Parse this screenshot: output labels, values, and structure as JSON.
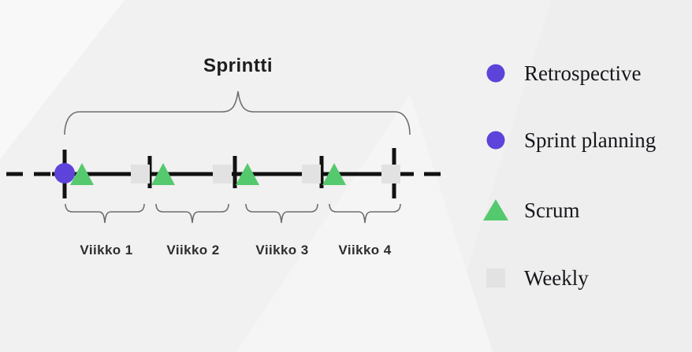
{
  "title": "Sprintti",
  "weeks": [
    {
      "label": "Viikko 1"
    },
    {
      "label": "Viikko 2"
    },
    {
      "label": "Viikko 3"
    },
    {
      "label": "Viikko 4"
    }
  ],
  "legend": [
    {
      "label": "Retrospective",
      "marker": "purple-circle-icon"
    },
    {
      "label": "Sprint planning",
      "marker": "purple-circle-icon"
    },
    {
      "label": "Scrum",
      "marker": "green-triangle-icon"
    },
    {
      "label": "Weekly",
      "marker": "gray-square-icon"
    }
  ],
  "colors": {
    "event_purple": "#5d43d9",
    "scrum_green": "#55c96e",
    "weekly_gray": "#e2e2e2",
    "timeline_black": "#121212",
    "brace_gray": "#6e6e6e",
    "background": "#f1f1f1"
  }
}
